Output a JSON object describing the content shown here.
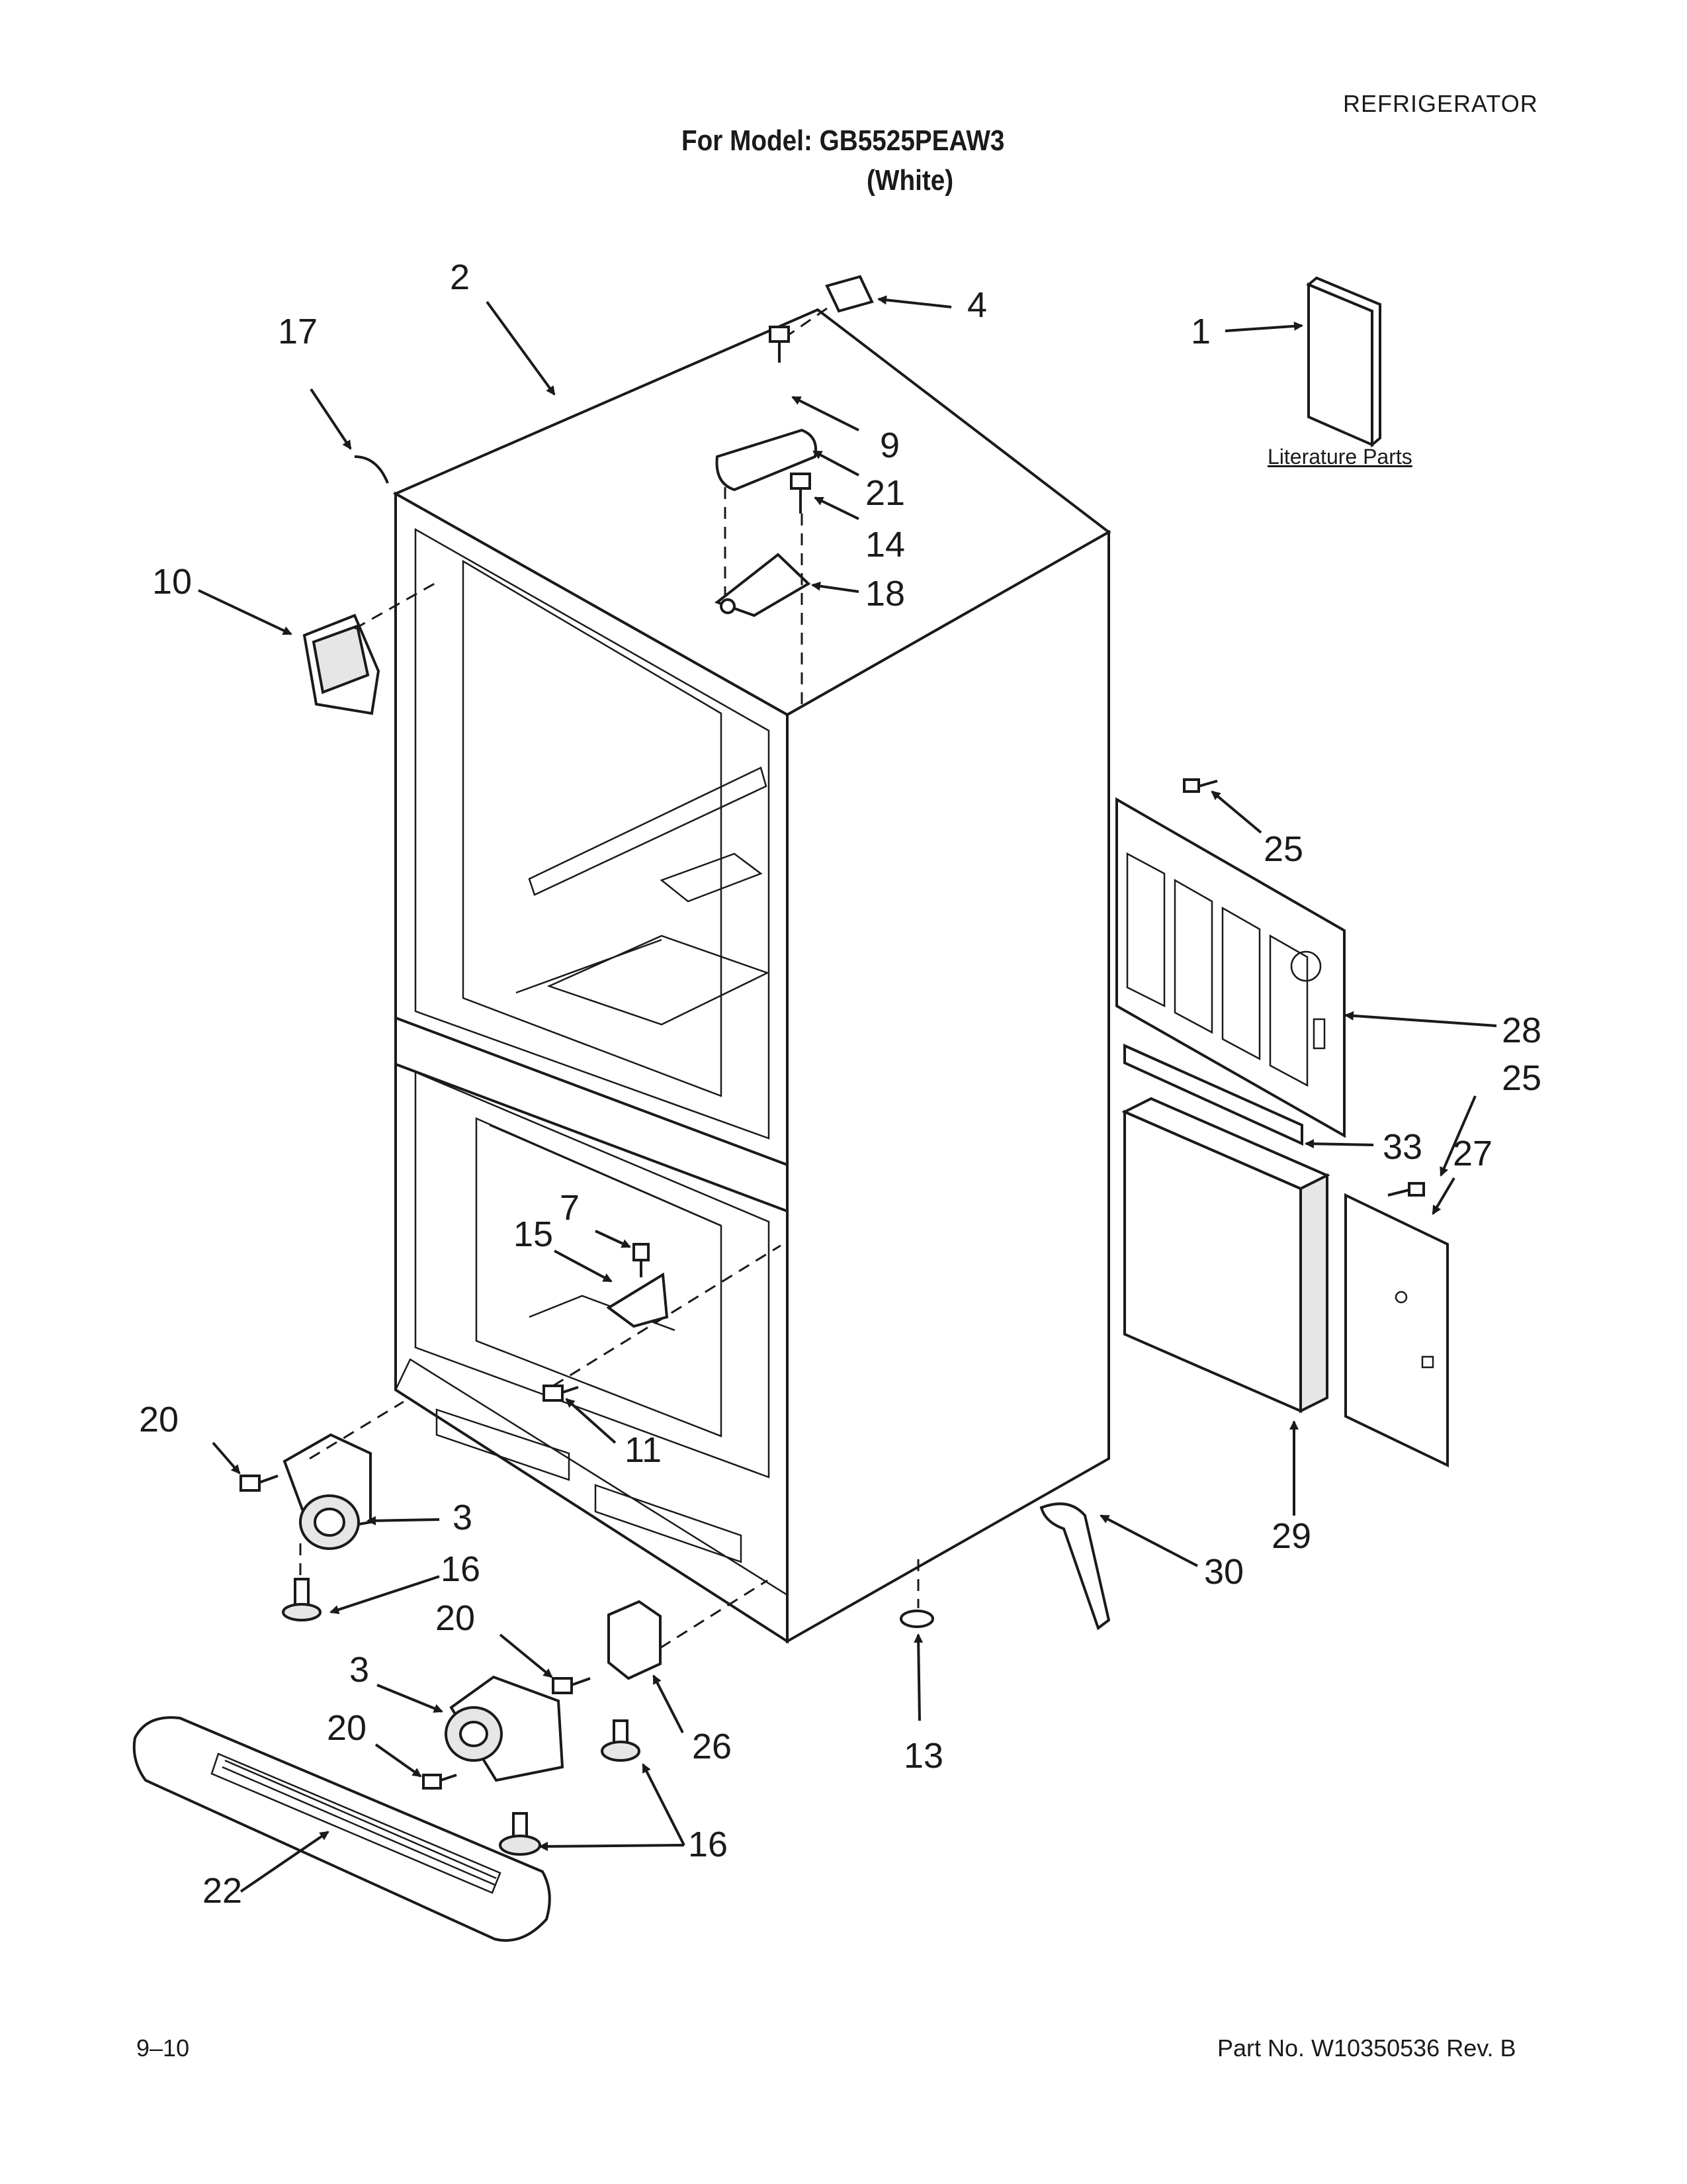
{
  "header": {
    "category": "REFRIGERATOR",
    "model_line": "For Model: GB5525PEAW3",
    "color_line": "(White)"
  },
  "literature": {
    "label": "Literature Parts"
  },
  "callouts": {
    "c1": "1",
    "c2": "2",
    "c3a": "3",
    "c3b": "3",
    "c4": "4",
    "c7": "7",
    "c9": "9",
    "c10": "10",
    "c11": "11",
    "c13": "13",
    "c14": "14",
    "c15": "15",
    "c16a": "16",
    "c16b": "16",
    "c17": "17",
    "c18": "18",
    "c20a": "20",
    "c20b": "20",
    "c20c": "20",
    "c21": "21",
    "c22": "22",
    "c25a": "25",
    "c25b": "25",
    "c26": "26",
    "c27": "27",
    "c28": "28",
    "c29": "29",
    "c30": "30",
    "c33": "33"
  },
  "footer": {
    "page": "9–10",
    "part_no": "Part No. W10350536 Rev. B"
  }
}
